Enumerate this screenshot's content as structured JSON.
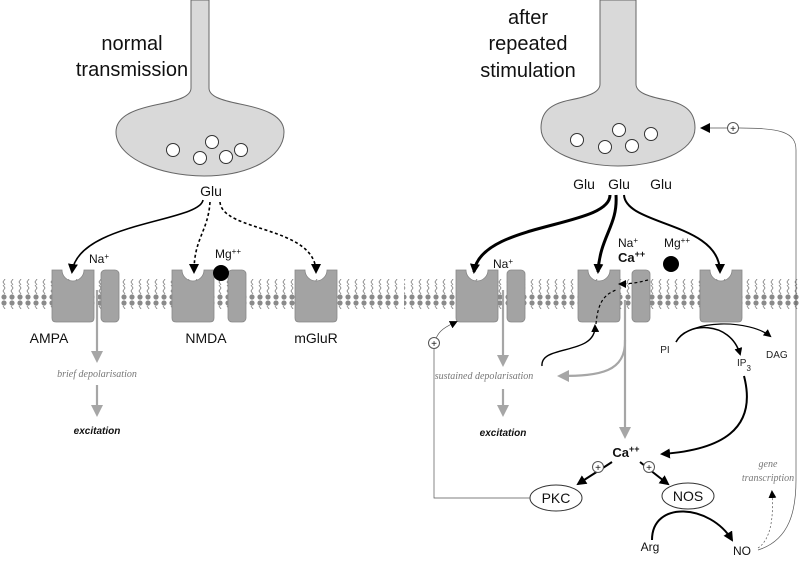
{
  "titles": {
    "left_line1": "normal",
    "left_line2": "transmission",
    "right_line1": "after",
    "right_line2": "repeated",
    "right_line3": "stimulation"
  },
  "left": {
    "glu": "Glu",
    "na": "Na",
    "mg": "Mg",
    "ampa": "AMPA",
    "nmda": "NMDA",
    "mglur": "mGluR",
    "brief_depolarisation": "brief depolarisation",
    "excitation": "excitation"
  },
  "right": {
    "glu1": "Glu",
    "glu2": "Glu",
    "glu3": "Glu",
    "na1": "Na",
    "na2": "Na",
    "ca_nmda": "Ca",
    "mg": "Mg",
    "sustained_depolarisation": "sustained depolarisation",
    "excitation": "excitation",
    "pi": "PI",
    "ip3": "IP",
    "ip3_sub": "3",
    "dag": "DAG",
    "ca_center": "Ca",
    "pkc": "PKC",
    "nos": "NOS",
    "arg": "Arg",
    "no": "NO",
    "gene_line1": "gene",
    "gene_line2": "transcription"
  },
  "charges": {
    "plus": "+",
    "plusplus": "++"
  },
  "colors": {
    "terminal_fill": "#d9d9d9",
    "receptor_fill": "#a3a3a3",
    "vesicle_fill": "#ffffff",
    "gray_arrow": "#a6a6a6",
    "membrane": "#8a8a8a"
  }
}
